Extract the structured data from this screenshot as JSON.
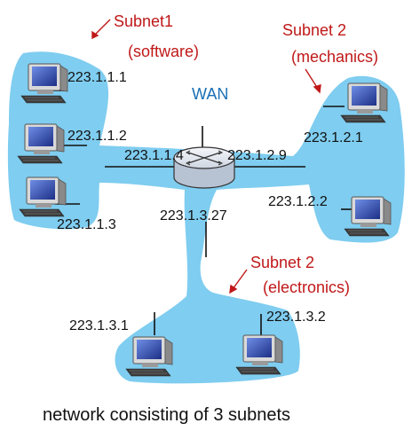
{
  "wan_label": "WAN",
  "caption": "network consisting of 3 subnets",
  "subnets": [
    {
      "name": "Subnet1",
      "kind": "(software)"
    },
    {
      "name": "Subnet 2",
      "kind": "(mechanics)"
    },
    {
      "name": "Subnet 2",
      "kind": "(electronics)"
    }
  ],
  "router_interfaces": [
    "223.1.1.4",
    "223.1.2.9",
    "223.1.3.27"
  ],
  "hosts": [
    "223.1.1.1",
    "223.1.1.2",
    "223.1.1.3",
    "223.1.2.1",
    "223.1.2.2",
    "223.1.3.1",
    "223.1.3.2"
  ],
  "colors": {
    "subnet_fill": "#7fcdf0",
    "subnet_label": "#c01818",
    "wan_label": "#1a6fb5",
    "router_fill": "#e8ecf2",
    "host_frame": "#5c5c5c",
    "host_screen": "#2b45a8"
  },
  "icons": {
    "router": "router-icon",
    "host": "computer-icon"
  }
}
